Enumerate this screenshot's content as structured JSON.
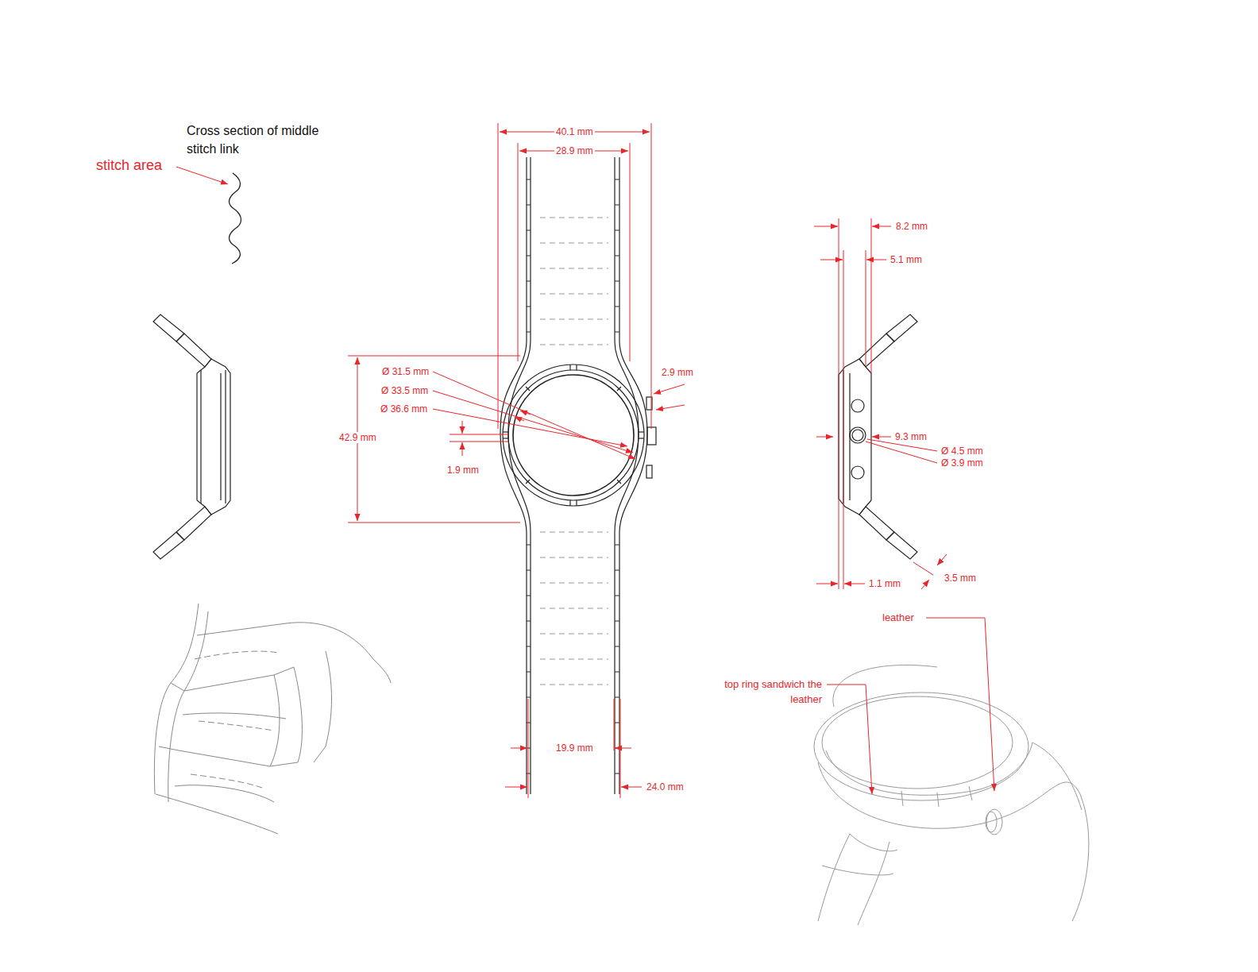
{
  "diagram": {
    "labels": [
      "Cross section of middle stitch link",
      "stitch area",
      "40.1 mm",
      "28.9 mm",
      "Ø 31.5 mm",
      "Ø 33.5 mm",
      "Ø 36.6 mm",
      "42.9 mm",
      "1.9 mm",
      "2.9 mm",
      "19.9 mm",
      "24.0 mm",
      "8.2 mm",
      "5.1 mm",
      "9.3 mm",
      "Ø 4.5 mm",
      "Ø 3.9 mm",
      "1.1 mm",
      "3.5 mm",
      "leather",
      "top ring sandwich the leather"
    ]
  }
}
